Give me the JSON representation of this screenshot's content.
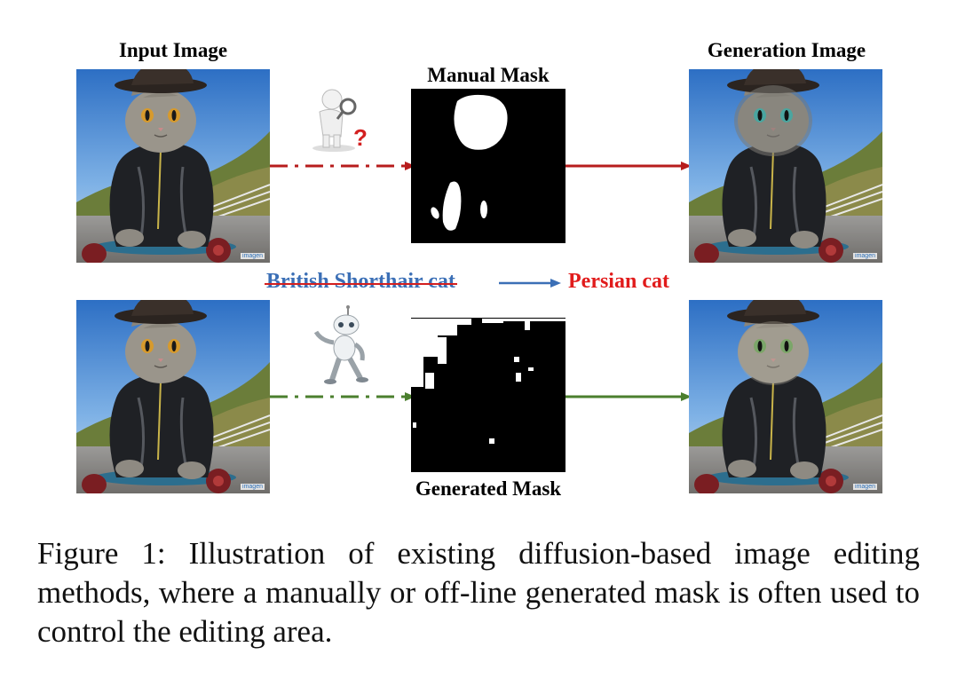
{
  "figure": {
    "input_label": "Input Image",
    "manual_mask_label": "Manual Mask",
    "generation_label": "Generation Image",
    "generated_mask_label": "Generated Mask",
    "source_class": "British Shorthair cat",
    "target_class": "Persian cat",
    "watermark": "imagen",
    "colors": {
      "manual_arrow": "#b71c1c",
      "generated_arrow": "#4b7f2e",
      "class_arrow": "#3b6fb6",
      "source_text": "#3b6fb6",
      "target_text": "#e11b1b"
    },
    "icons": {
      "manual": "person-with-magnifier-question-icon",
      "generated": "robot-icon"
    }
  },
  "caption": "Figure 1: Illustration of existing diffusion-based image editing methods, where a manually or off-line generated mask is often used to control the editing area."
}
